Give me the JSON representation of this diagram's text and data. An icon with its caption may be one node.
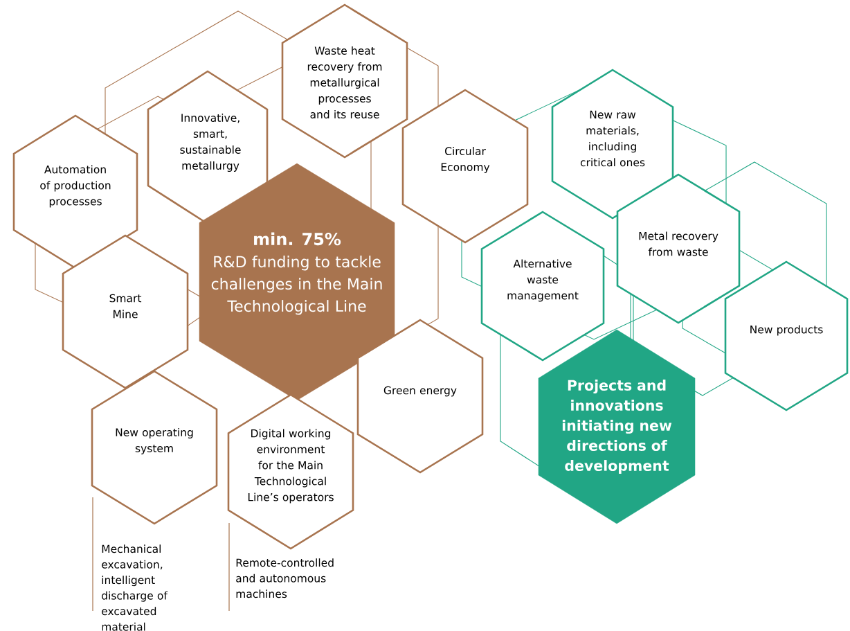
{
  "diagram": {
    "nodes": [
      {
        "text": [
          "Waste heat recovery from metallurgical processes and its reuse"
        ]
      },
      {
        "text": [
          "Innovative, smart, sustainable metallurgy"
        ]
      },
      {
        "text": [
          "Automation of production processes"
        ]
      },
      {
        "text": [
          "Circular Economy"
        ]
      },
      {
        "text": [
          "min. 75%",
          "R&D funding to tackle challenges in the Main Technological Line"
        ]
      },
      {
        "text": [
          "Smart Mine"
        ]
      },
      {
        "text": [
          "Green energy"
        ]
      },
      {
        "text": [
          "New operating system"
        ],
        "beside": [
          "Mechanical excavation, intelligent discharge of excavated material"
        ]
      },
      {
        "text": [
          "Digital working environment for the Main Technological Line’s operators"
        ],
        "beside": [
          "Remote-controlled and autonomous machines"
        ]
      },
      {
        "text": [
          "New raw materials, including critical ones"
        ]
      },
      {
        "text": [
          "Metal recovery from waste"
        ]
      },
      {
        "text": [
          "Alternative waste management"
        ]
      },
      {
        "text": [
          "New products"
        ]
      },
      {
        "text": [
          "Projects and innovations initiating new directions of development"
        ]
      }
    ]
  }
}
